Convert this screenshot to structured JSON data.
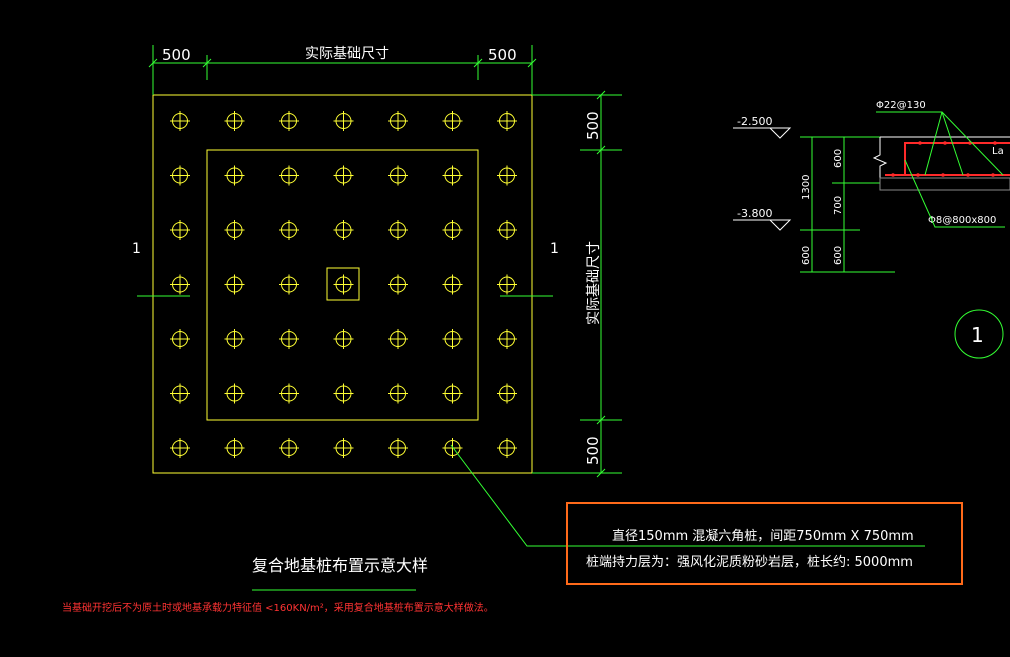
{
  "colors": {
    "background": "#000000",
    "outline": "#ffff33",
    "dimension": "#33ff33",
    "text": "#ffffff",
    "note": "#ff3333",
    "highlight_box": "#ff6a1a",
    "rebar": "#ff2a2a"
  },
  "plan": {
    "dim_top_left": "500",
    "dim_top_mid": "实际基础尺寸",
    "dim_top_right": "500",
    "dim_right_top": "500",
    "dim_right_mid": "实际基础尺寸",
    "dim_right_bottom": "500",
    "section_mark_left": "1",
    "section_mark_right": "1",
    "pile_grid_rows": 7,
    "pile_grid_cols": 7,
    "title": "复合地基桩布置示意大样"
  },
  "callout": {
    "line1": "直径150mm 混凝六角桩，间距750mm X 750mm",
    "line2": "桩端持力层为：强风化泥质粉砂岩层，桩长约: 5000mm"
  },
  "section": {
    "elev_top": "-2.500",
    "elev_mid": "-3.800",
    "rebar_top": "Φ22@130",
    "rebar_stirrup": "Φ8@800x800",
    "la_label": "La",
    "dim_total": "1300",
    "dim_600_a": "600",
    "dim_700": "700",
    "dim_600_b": "600",
    "dim_600_c": "600",
    "section_number": "1"
  },
  "note": "当基础开挖后不为原土时或地基承载力特征值 <160KN/m²，采用复合地基桩布置示意大样做法。"
}
